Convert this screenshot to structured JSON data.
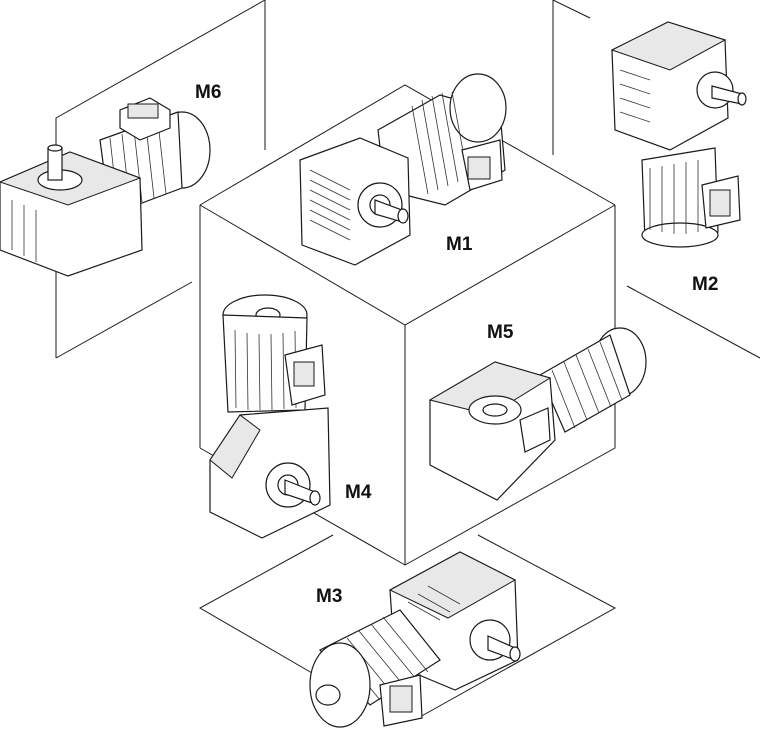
{
  "diagram": {
    "positions": [
      {
        "id": "M1",
        "label": "M1"
      },
      {
        "id": "M2",
        "label": "M2"
      },
      {
        "id": "M3",
        "label": "M3"
      },
      {
        "id": "M4",
        "label": "M4"
      },
      {
        "id": "M5",
        "label": "M5"
      },
      {
        "id": "M6",
        "label": "M6"
      }
    ]
  }
}
